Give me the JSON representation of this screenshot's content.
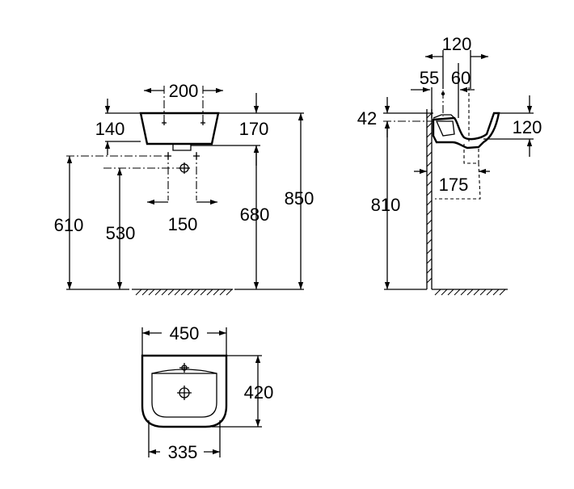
{
  "front_view": {
    "basin_width": "200",
    "basin_left_height": "140",
    "basin_right_height": "170",
    "siphon_spacing": "150",
    "height_610": "610",
    "height_530": "530",
    "height_680": "680",
    "height_850": "850"
  },
  "side_view": {
    "depth_120": "120",
    "offset_55": "55",
    "offset_60": "60",
    "rim_42": "42",
    "rim_height_120": "120",
    "projection_175": "175",
    "height_810": "810"
  },
  "top_view": {
    "width_450": "450",
    "depth_420": "420",
    "inner_width_335": "335"
  }
}
